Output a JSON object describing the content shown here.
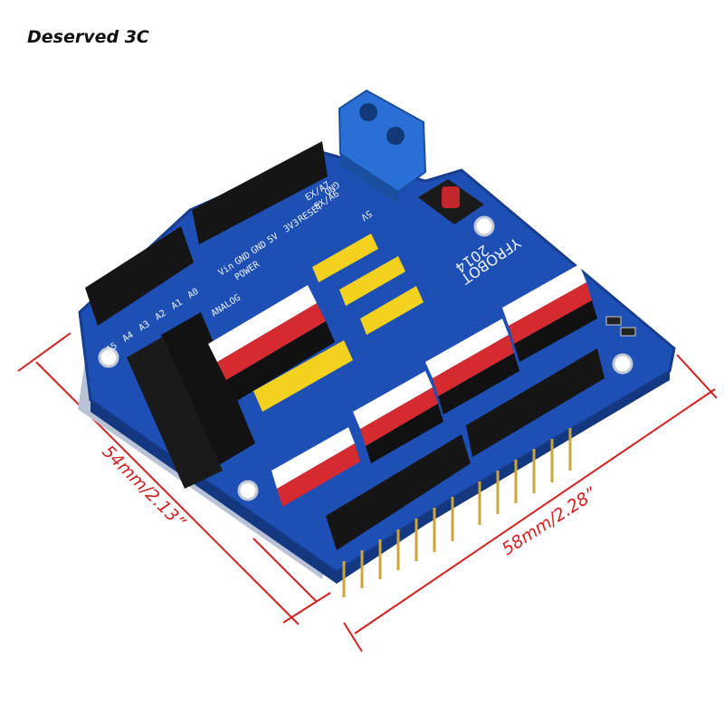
{
  "brand": {
    "text": "Deserved 3C"
  },
  "dimensions": {
    "width_label": "54mm/2.13”",
    "length_label": "58mm/2.28”",
    "line_color": "#d42020"
  },
  "board": {
    "pcb_color": "#1e4fb4",
    "terminal_color": "#2a6fd6",
    "silkscreen": {
      "maker": "YFROBOT",
      "year": "2014",
      "left_pins": [
        "A5",
        "A4",
        "A3",
        "A2",
        "A1",
        "A0"
      ],
      "left_header_title": "ANALOG",
      "power_title": "POWER",
      "power_pins": [
        "Vin",
        "GND",
        "GND",
        "5V",
        "3V3",
        "RESET"
      ],
      "ex_pins": [
        "EX/A6",
        "EX/A7"
      ],
      "terminal_pins": [
        "GND",
        "5V"
      ]
    }
  }
}
